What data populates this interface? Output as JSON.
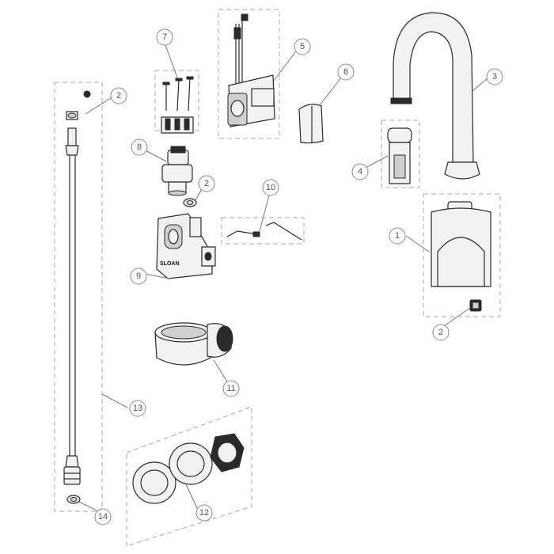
{
  "diagram": {
    "callouts": [
      {
        "id": "c1",
        "label": "1"
      },
      {
        "id": "c2a",
        "label": "2"
      },
      {
        "id": "c2b",
        "label": "2"
      },
      {
        "id": "c2c",
        "label": "2"
      },
      {
        "id": "c3",
        "label": "3"
      },
      {
        "id": "c4",
        "label": "4"
      },
      {
        "id": "c5",
        "label": "5"
      },
      {
        "id": "c6",
        "label": "6"
      },
      {
        "id": "c7",
        "label": "7"
      },
      {
        "id": "c8",
        "label": "8"
      },
      {
        "id": "c9",
        "label": "9"
      },
      {
        "id": "c10",
        "label": "10"
      },
      {
        "id": "c11",
        "label": "11"
      },
      {
        "id": "c12",
        "label": "12"
      },
      {
        "id": "c13",
        "label": "13"
      },
      {
        "id": "c14",
        "label": "14"
      }
    ],
    "valve_body_marking": "SLOAN"
  }
}
